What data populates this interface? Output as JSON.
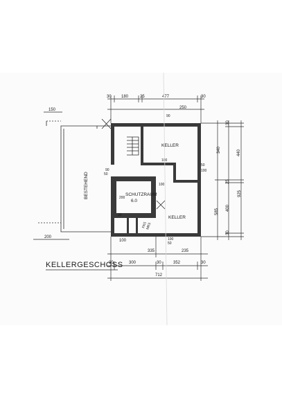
{
  "drawing": {
    "title": "KELLERGESCHOSS",
    "rooms": {
      "existing": "BESTEHEND",
      "keller_upper": "KELLER",
      "keller_lower": "KELLER",
      "schutzraum": "SCHUTZRAUM",
      "schutzraum_area": "6.0"
    },
    "dimensions": {
      "top_row1": [
        "30",
        "180",
        "25",
        "477",
        "30"
      ],
      "top_total": "250",
      "upper_left": "150",
      "right_row1": [
        "30",
        "440",
        "25",
        "400",
        "30"
      ],
      "right_row2": [
        "340",
        "585"
      ],
      "right_total": "925",
      "bottom_row1": [
        "100",
        "335",
        "235"
      ],
      "bottom_row2": [
        "30",
        "300",
        "30",
        "352",
        "30"
      ],
      "bottom_total": "712",
      "left_200": "200",
      "wall_notes": [
        "90",
        "100",
        "50",
        "200",
        "100",
        "30",
        "90",
        "100",
        "50",
        "100",
        "50"
      ],
      "window_notes": [
        "FK5",
        "MK5"
      ]
    }
  }
}
